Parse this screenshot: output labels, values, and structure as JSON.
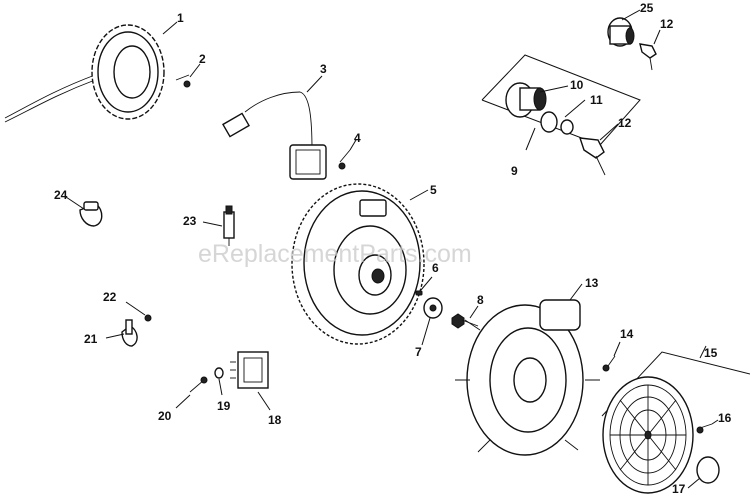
{
  "watermark": "eReplacementParts.com",
  "callouts": {
    "c1": "1",
    "c2": "2",
    "c3": "3",
    "c4": "4",
    "c5": "5",
    "c6": "6",
    "c7": "7",
    "c8": "8",
    "c9": "9",
    "c10": "10",
    "c11": "11",
    "c12a": "12",
    "c12b": "12",
    "c13": "13",
    "c14": "14",
    "c15": "15",
    "c16": "16",
    "c17": "17",
    "c18": "18",
    "c19": "19",
    "c20": "20",
    "c21": "21",
    "c22": "22",
    "c23": "23",
    "c24": "24",
    "c25": "25"
  }
}
